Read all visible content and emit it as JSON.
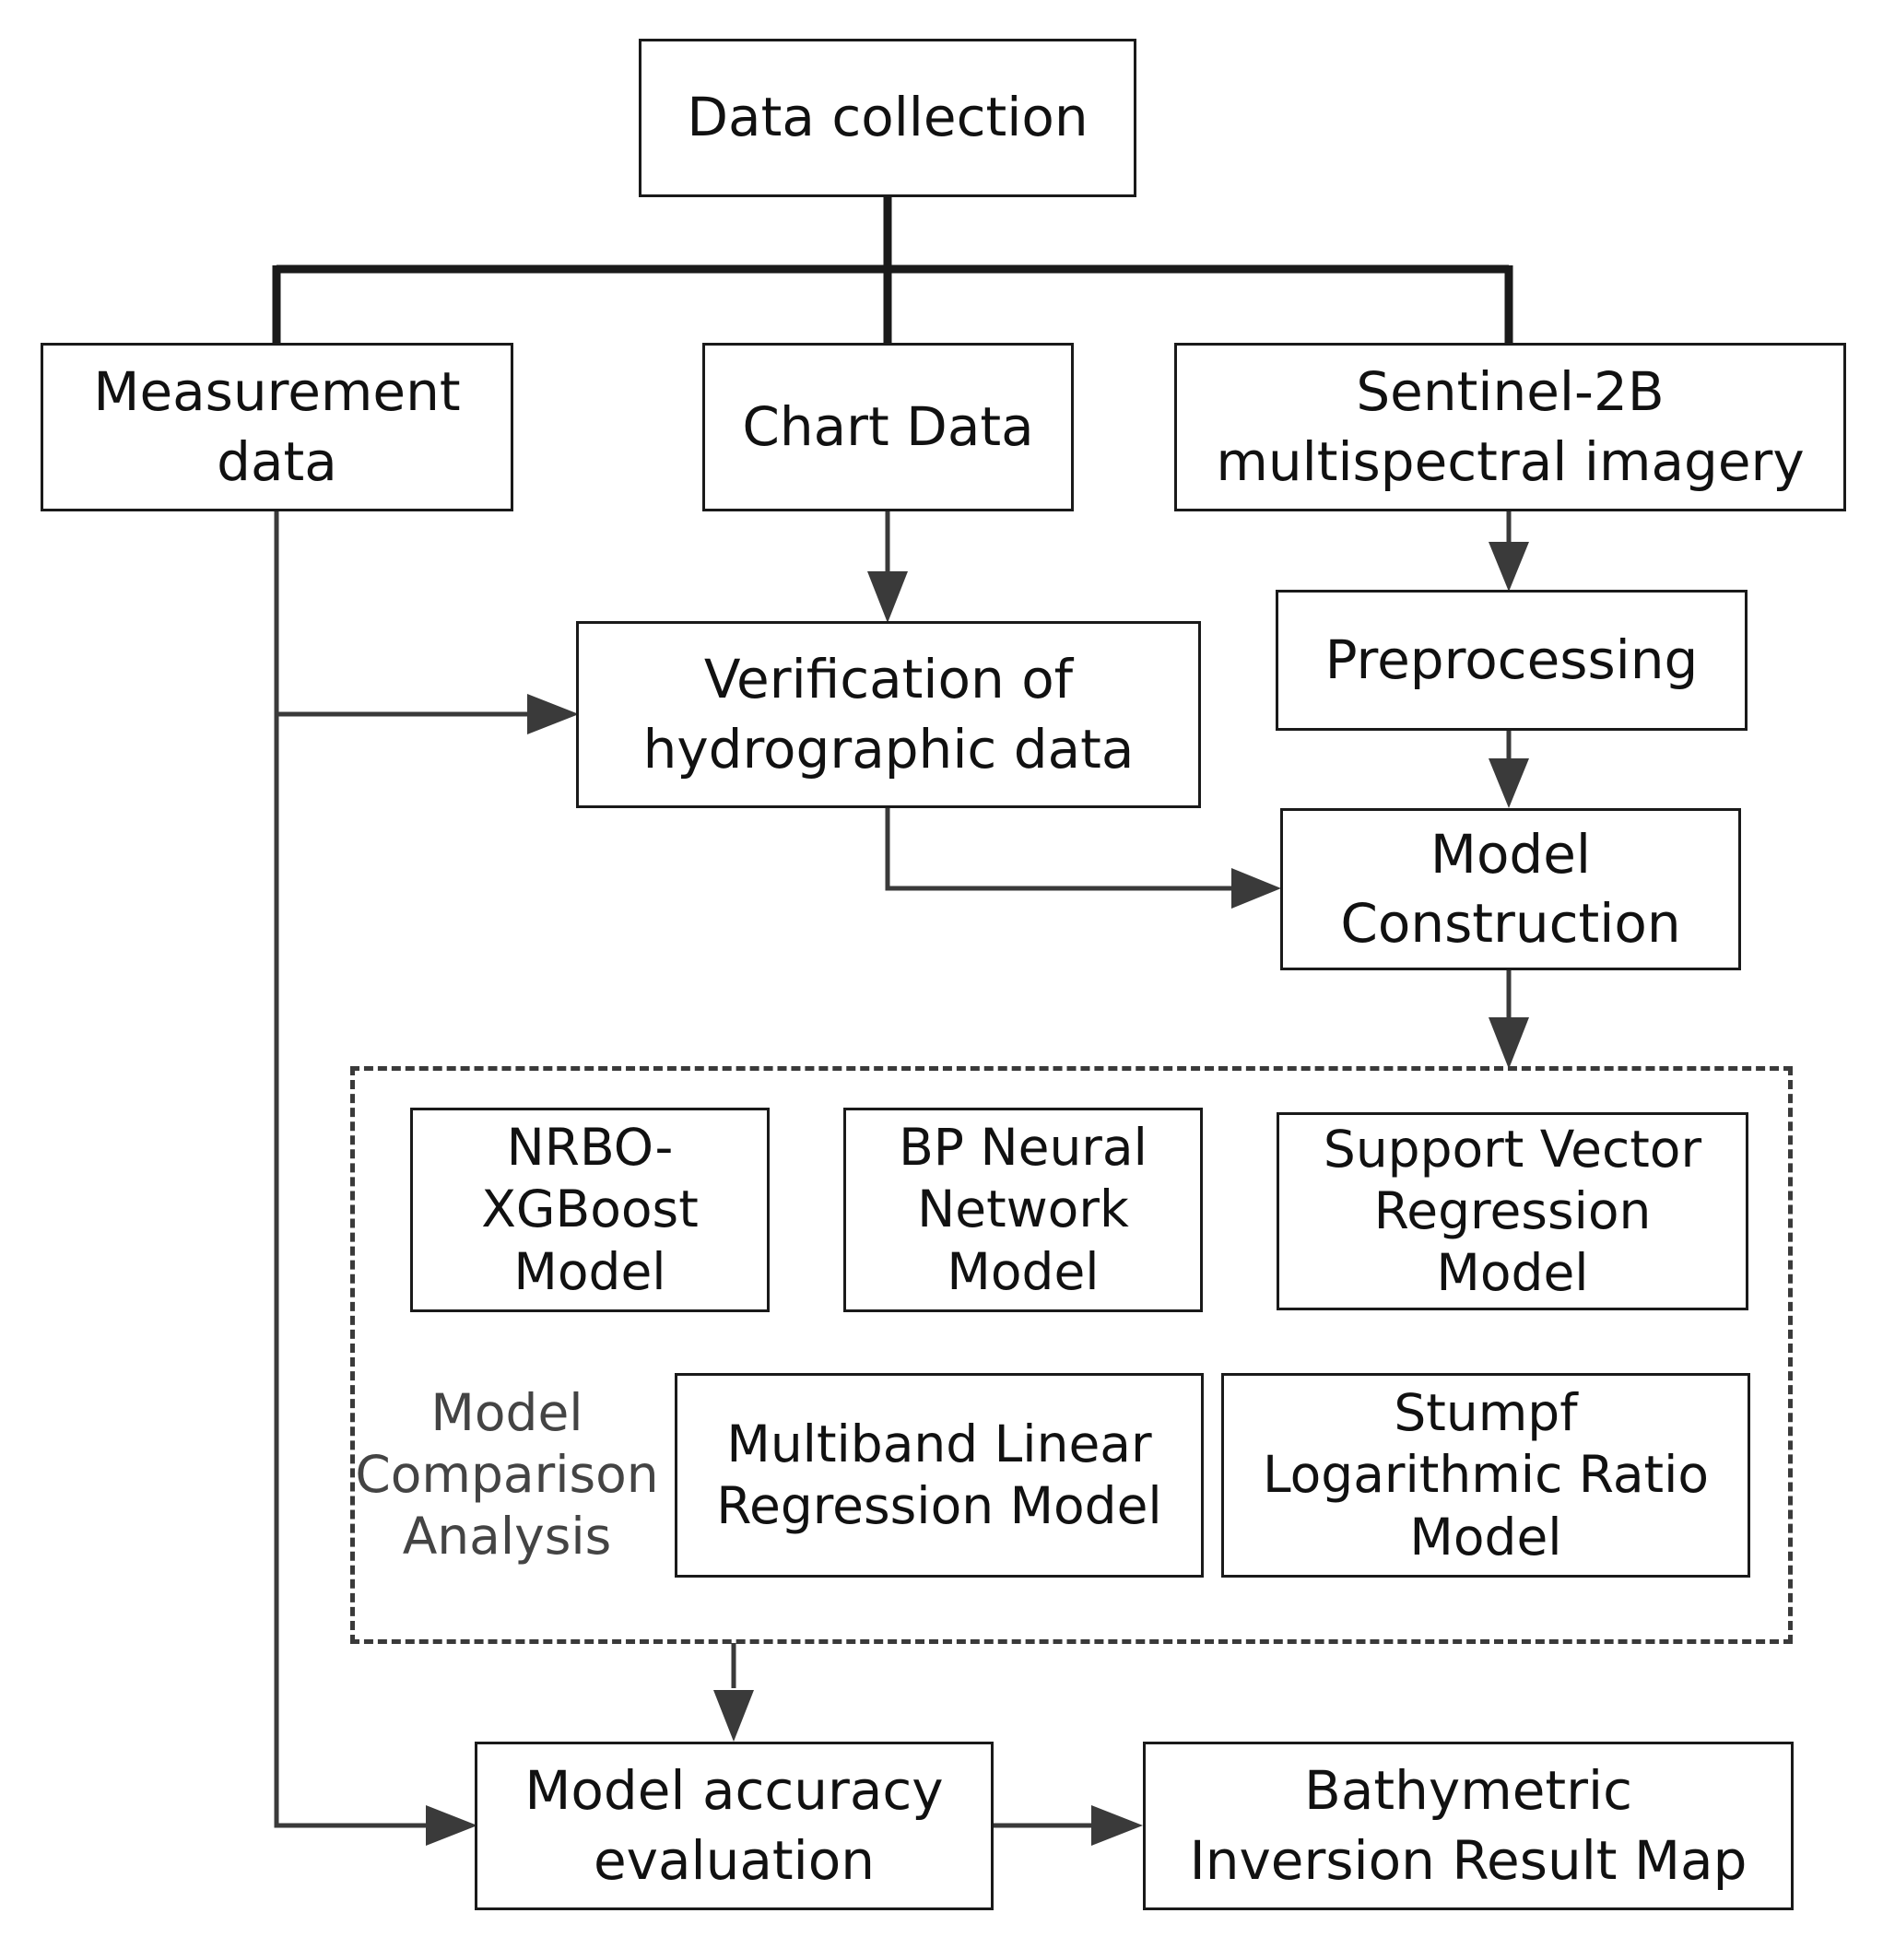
{
  "diagram": {
    "nodes": {
      "data_collection": "Data collection",
      "measurement_data": "Measurement\ndata",
      "chart_data": "Chart Data",
      "sentinel": "Sentinel-2B\nmultispectral imagery",
      "verification": "Verification of\nhydrographic data",
      "preprocessing": "Preprocessing",
      "model_construction": "Model\nConstruction",
      "nrbo_xgboost": "NRBO-\nXGBoost\nModel",
      "bp_neural": "BP Neural\nNetwork\nModel",
      "svr": "Support Vector\nRegression\nModel",
      "multiband": "Multiband Linear\nRegression Model",
      "stumpf": "Stumpf\nLogarithmic Ratio\nModel",
      "accuracy": "Model accuracy\nevaluation",
      "bathymetric": "Bathymetric\nInversion Result Map"
    },
    "group_label": "Model\nComparison\nAnalysis"
  }
}
